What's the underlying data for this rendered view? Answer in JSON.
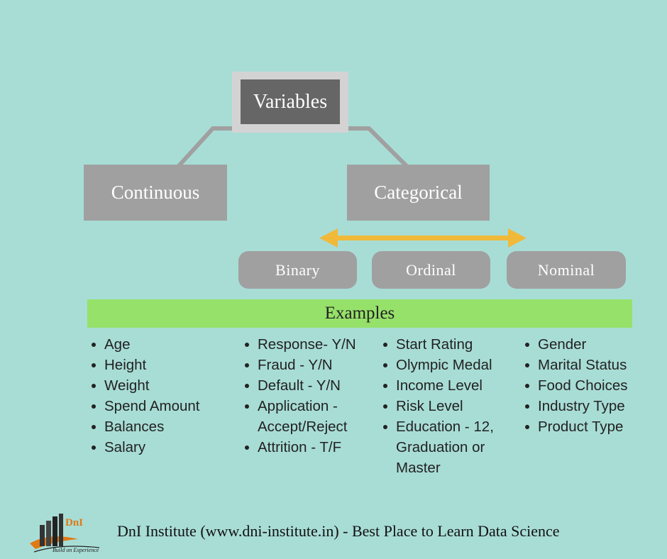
{
  "diagram": {
    "root": "Variables",
    "continuous": "Continuous",
    "categorical": "Categorical",
    "subtypes": [
      "Binary",
      "Ordinal",
      "Nominal"
    ],
    "examples_header": "Examples",
    "columns": [
      [
        "Age",
        "Height",
        "Weight",
        "Spend Amount",
        "Balances",
        "Salary"
      ],
      [
        "Response- Y/N",
        "Fraud - Y/N",
        "Default - Y/N",
        "Application - Accept/Reject",
        "Attrition - T/F"
      ],
      [
        "Start Rating",
        "Olympic Medal",
        "Income Level",
        "Risk Level",
        "Education - 12, Graduation or Master"
      ],
      [
        "Gender",
        "Marital Status",
        "Food Choices",
        "Industry Type",
        "Product Type"
      ]
    ]
  },
  "footer": {
    "text": "DnI Institute (www.dni-institute.in) - Best Place to Learn Data Science",
    "logo_brand": "DnI",
    "logo_tagline": "Build on Experience"
  },
  "colors": {
    "background": "#a8ddd6",
    "node_gray": "#a0a0a0",
    "root_dark": "#666666",
    "examples_green": "#96e16a",
    "arrow_yellow": "#f0b93a",
    "logo_orange": "#e07a14"
  }
}
